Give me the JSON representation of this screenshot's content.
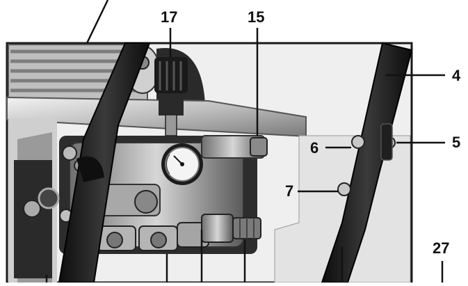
{
  "figure": {
    "callouts": {
      "c17": "17",
      "c15": "15",
      "c4": "4",
      "c5": "5",
      "c6": "6",
      "c7": "7",
      "c27": "27"
    }
  },
  "colors": {
    "frame": "#1a1a1a",
    "metal": "#c9c9c9",
    "panel": "#d8d8d8",
    "handle": "#1c1c1c"
  },
  "icons": [
    "pressure-gauge-icon",
    "hose-nozzle-icon",
    "adjust-knob-icon"
  ]
}
